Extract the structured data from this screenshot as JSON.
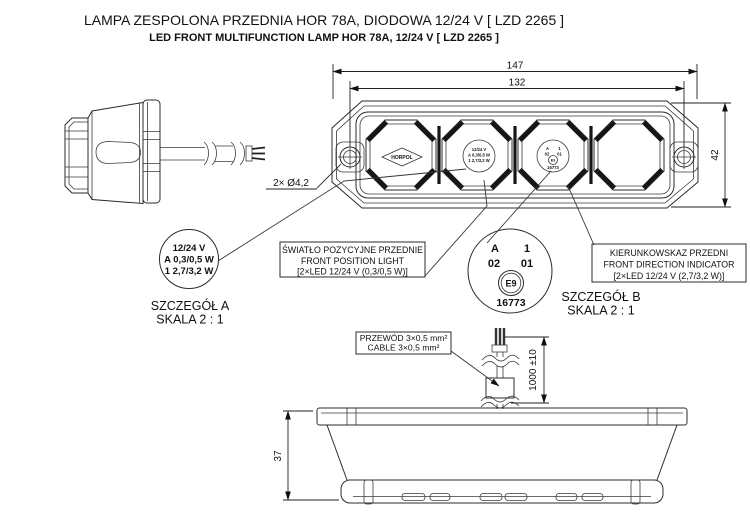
{
  "title": {
    "line1": "LAMPA ZESPOLONA PRZEDNIA HOR 78A, DIODOWA 12/24 V [ LZD 2265 ]",
    "line2": "LED FRONT MULTIFUNCTION LAMP HOR 78A, 12/24 V [ LZD 2265 ]"
  },
  "dimensions": {
    "overall_width": "147",
    "hole_spacing": "132",
    "height": "42",
    "mounting_holes": "2× Ø4,2",
    "cable_length": "1000 ±10",
    "body_depth": "37"
  },
  "front_view": {
    "brand": "HORPOL"
  },
  "detail_a": {
    "label": "SZCZEGÓŁ A",
    "scale": "SKALA 2 : 1",
    "marking1": "12/24 V",
    "marking2": "A 0,3/0,5 W",
    "marking3": "1 2,7/3,2 W"
  },
  "detail_b": {
    "label": "SZCZEGÓŁ B",
    "scale": "SKALA 2 : 1",
    "cat_a": "A",
    "cat_1": "1",
    "code_02": "02",
    "code_01": "01",
    "e_mark": "E9",
    "approval_no": "16773"
  },
  "position_light_label": {
    "line1": "ŚWIATŁO POZYCYJNE PRZEDNIE",
    "line2": "FRONT POSITION LIGHT",
    "line3": "[2×LED 12/24 V (0,3/0,5 W)]"
  },
  "direction_indicator_label": {
    "line1": "KIERUNKOWSKAZ PRZEDNI",
    "line2": "FRONT DIRECTION INDICATOR",
    "line3": "[2×LED 12/24 V (2,7/3,2 W)]"
  },
  "cable_label": {
    "line1": "PRZEWÓD 3×0,5 mm²",
    "line2": "CABLE 3×0,5 mm²"
  }
}
